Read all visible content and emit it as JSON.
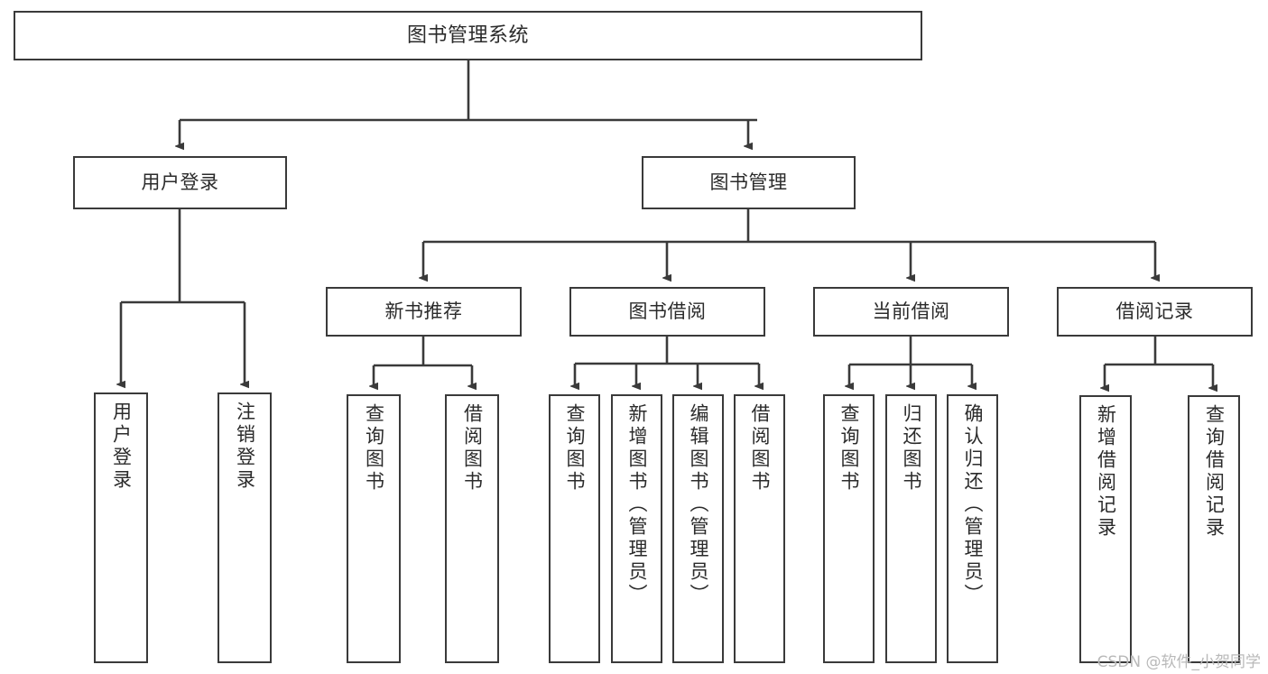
{
  "diagram": {
    "title": "图书管理系统",
    "type": "tree-hierarchy",
    "orientation": "top-down",
    "colors": {
      "stroke": "#3a3a3a",
      "fill": "#ffffff",
      "text": "#2b2b2b",
      "background": "#ffffff",
      "watermark": "#b9b9b9"
    },
    "watermark": "CSDN @软件_小贺同学"
  },
  "nodes": {
    "root": {
      "label": "图书管理系统",
      "level": 1
    },
    "level2": [
      {
        "id": "user-login",
        "label": "用户登录",
        "level": 2
      },
      {
        "id": "book-manage",
        "label": "图书管理",
        "level": 2
      }
    ],
    "level3": [
      {
        "id": "new-book-recommend",
        "label": "新书推荐",
        "level": 3,
        "parent": "book-manage"
      },
      {
        "id": "book-borrow",
        "label": "图书借阅",
        "level": 3,
        "parent": "book-manage"
      },
      {
        "id": "current-borrow",
        "label": "当前借阅",
        "level": 3,
        "parent": "book-manage"
      },
      {
        "id": "borrow-record",
        "label": "借阅记录",
        "level": 3,
        "parent": "book-manage"
      }
    ],
    "leaves": {
      "user_login": [
        {
          "id": "leaf-user-login",
          "label": "用户登录"
        },
        {
          "id": "leaf-logout",
          "label": "注销登录"
        }
      ],
      "new_book_recommend": [
        {
          "id": "leaf-query-book-1",
          "label": "查询图书"
        },
        {
          "id": "leaf-borrow-book-1",
          "label": "借阅图书"
        }
      ],
      "book_borrow": [
        {
          "id": "leaf-query-book-2",
          "label": "查询图书"
        },
        {
          "id": "leaf-add-book",
          "label": "新增图书（管理员）"
        },
        {
          "id": "leaf-edit-book",
          "label": "编辑图书（管理员）"
        },
        {
          "id": "leaf-borrow-book-2",
          "label": "借阅图书"
        }
      ],
      "current_borrow": [
        {
          "id": "leaf-query-book-3",
          "label": "查询图书"
        },
        {
          "id": "leaf-return-book",
          "label": "归还图书"
        },
        {
          "id": "leaf-confirm-return",
          "label": "确认归还（管理员）"
        }
      ],
      "borrow_record": [
        {
          "id": "leaf-add-record",
          "label": "新增借阅记录"
        },
        {
          "id": "leaf-query-record",
          "label": "查询借阅记录"
        }
      ]
    }
  }
}
